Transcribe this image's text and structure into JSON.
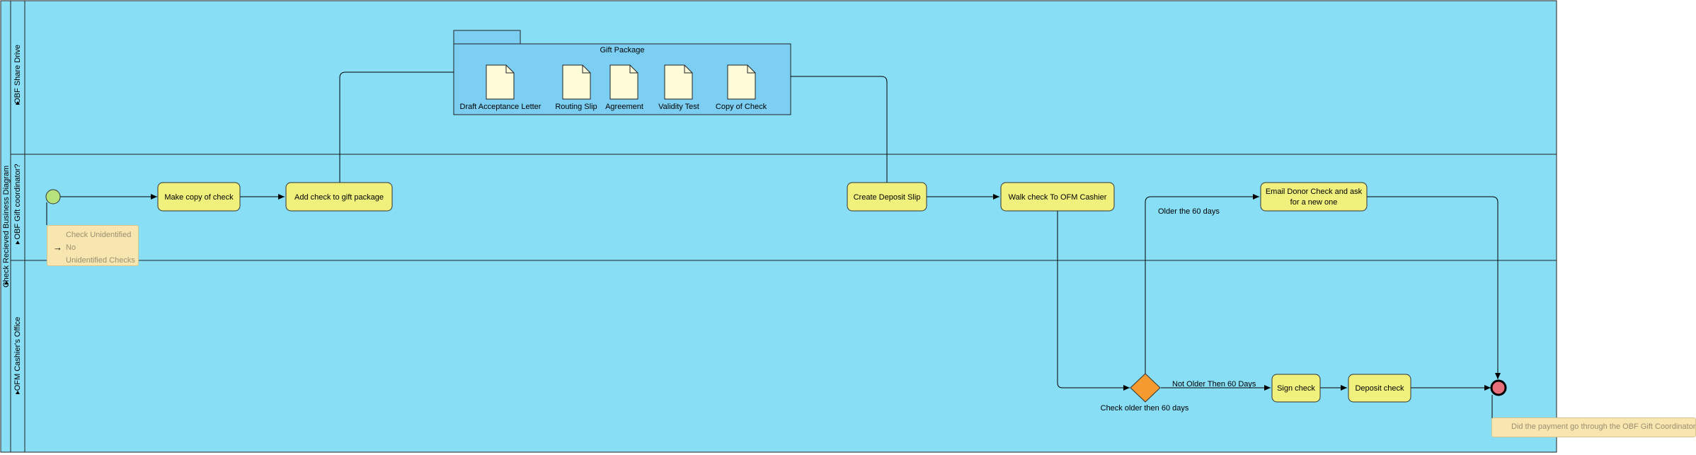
{
  "pool": {
    "title": "Check Recieved Business Diagram"
  },
  "lanes": [
    {
      "id": "obf-share-drive",
      "label": "OBF Share Drive"
    },
    {
      "id": "obf-gift-coordinator",
      "label": "OBF Gift coordinator?"
    },
    {
      "id": "ofm-cashiers-office",
      "label": "OFM Cashier's Office"
    }
  ],
  "gift_package": {
    "title": "Gift Package",
    "documents": [
      "Draft Acceptance Letter",
      "Routing Slip",
      "Agreement",
      "Validity Test",
      "Copy of Check"
    ]
  },
  "tasks": {
    "make_copy": "Make copy of check",
    "add_to_package": "Add check to gift package",
    "create_deposit_slip": "Create Deposit Slip",
    "walk_check": "Walk check To OFM Cashier",
    "email_donor_line1": "Email Donor Check and ask",
    "email_donor_line2": "for a new one",
    "sign_check": "Sign check",
    "deposit_check": "Deposit check"
  },
  "gateway": {
    "label": "Check older then 60 days"
  },
  "flows": {
    "older": "Older the 60 days",
    "not_older": "Not Older Then 60 Days"
  },
  "notes": {
    "start_note": {
      "line1": "Check Unidentified",
      "line2": "No",
      "line3": "Unidentified Checks"
    },
    "end_note": {
      "text": "Did the payment go through the OBF Gift Coordinator"
    }
  },
  "colors": {
    "lane_fill": "#87def5",
    "package_fill": "#7ccff2",
    "task_fill": "#f0f07c",
    "start_fill": "#b5e27a",
    "end_fill": "#e8707a",
    "gateway_fill": "#f59a2e",
    "document_fill": "#fdfbd8",
    "note_fill": "#f7e6b0"
  }
}
